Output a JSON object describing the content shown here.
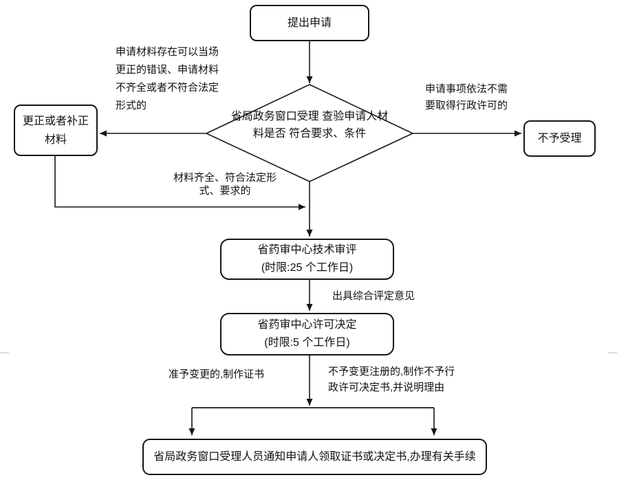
{
  "flowchart": {
    "colors": {
      "line": "#161616",
      "text": "#111111",
      "background": "#ffffff",
      "faint_mark": "#c9c9c9"
    },
    "nodes": {
      "start": {
        "label": "提出申请"
      },
      "decision": {
        "lines": [
          "省局政务窗口受理",
          "查验申请人材料是否",
          "符合要求、条件"
        ]
      },
      "correct": {
        "lines": [
          "更正或者补正",
          "材料"
        ]
      },
      "reject": {
        "label": "不予受理"
      },
      "review": {
        "lines": [
          "省药审中心技术审评",
          "(时限:25 个工作日)"
        ]
      },
      "decide": {
        "lines": [
          "省药审中心许可决定",
          "(时限:5 个工作日)"
        ]
      },
      "notify": {
        "label": "省局政务窗口受理人员通知申请人领取证书或决定书,办理有关手续"
      }
    },
    "edge_labels": {
      "incomplete": {
        "lines": [
          "申请材料存在可以当场",
          "更正的错误、申请材料",
          "不齐全或者不符合法定",
          "形式的"
        ]
      },
      "no_permit_needed": {
        "lines": [
          "申请事项依法不需",
          "要取得行政许可的"
        ]
      },
      "complete": {
        "lines": [
          "材料齐全、符合法定形",
          "式、要求的"
        ]
      },
      "opinion": {
        "label": "出具综合评定意见"
      },
      "approved": {
        "label": "准予变更的,制作证书"
      },
      "rejected": {
        "lines": [
          "不予变更注册的,制作不予行",
          "政许可决定书,并说明理由"
        ]
      }
    }
  }
}
